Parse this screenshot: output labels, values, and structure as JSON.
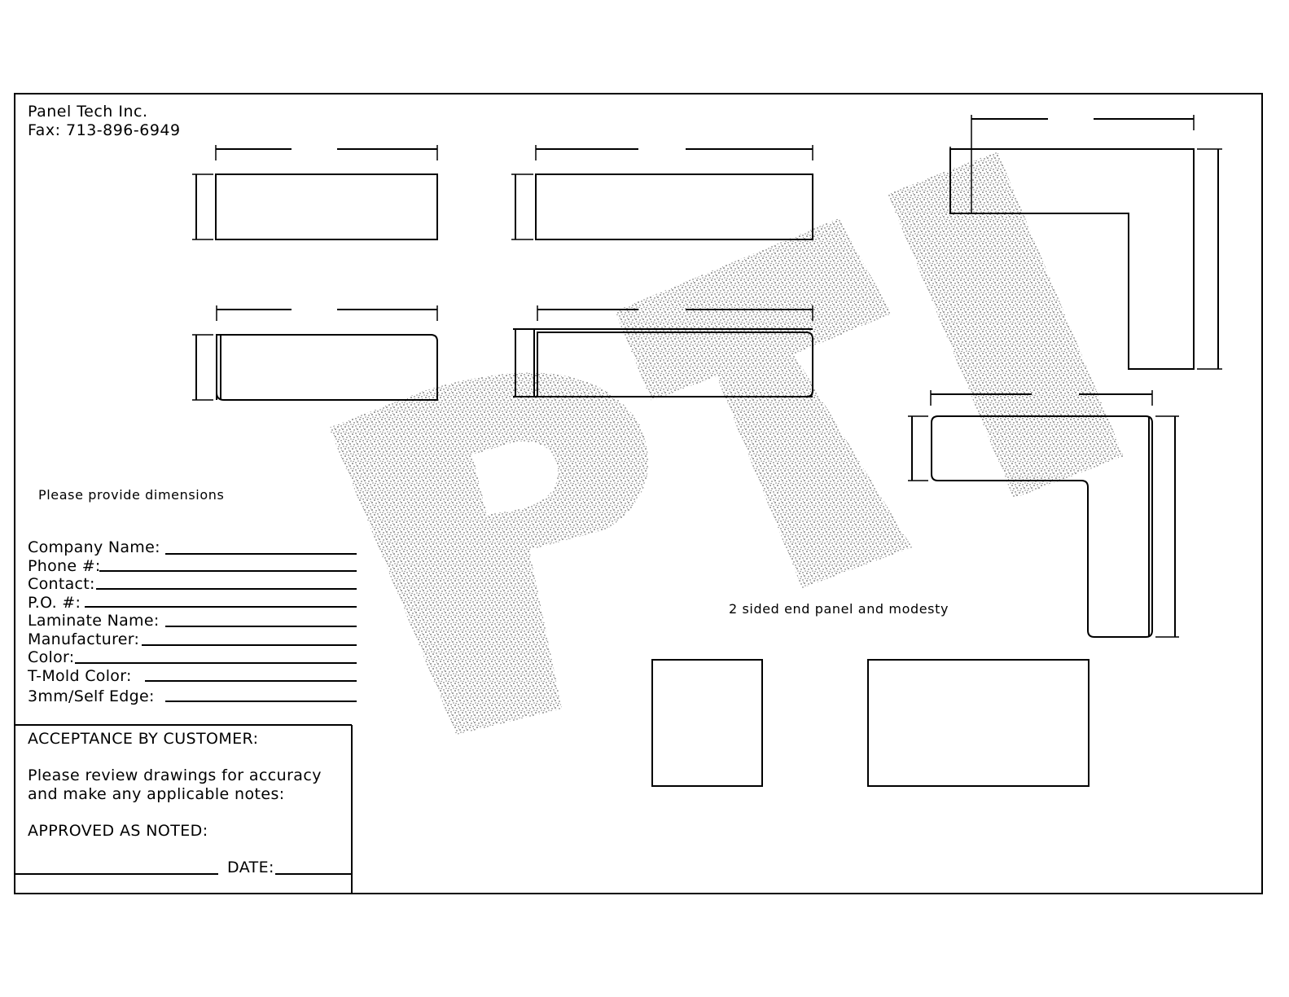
{
  "header": {
    "company": "Panel Tech Inc.",
    "fax": "Fax:  713-896-6949"
  },
  "watermark": {
    "text": "PTI"
  },
  "notes": {
    "provide_dimensions": "Please provide dimensions",
    "end_panel": "2 sided end panel and modesty"
  },
  "form": {
    "fields": [
      "Company Name:",
      "Phone #:",
      "Contact:",
      "P.O. #:",
      "Laminate Name:",
      "Manufacturer:",
      "Color:",
      "T-Mold Color:",
      "3mm/Self Edge:"
    ]
  },
  "acceptance": {
    "title": "ACCEPTANCE BY CUSTOMER:",
    "instruction_1": "Please review drawings for accuracy",
    "instruction_2": "and make any applicable notes:",
    "approved": "APPROVED AS NOTED:",
    "date": "DATE:"
  }
}
